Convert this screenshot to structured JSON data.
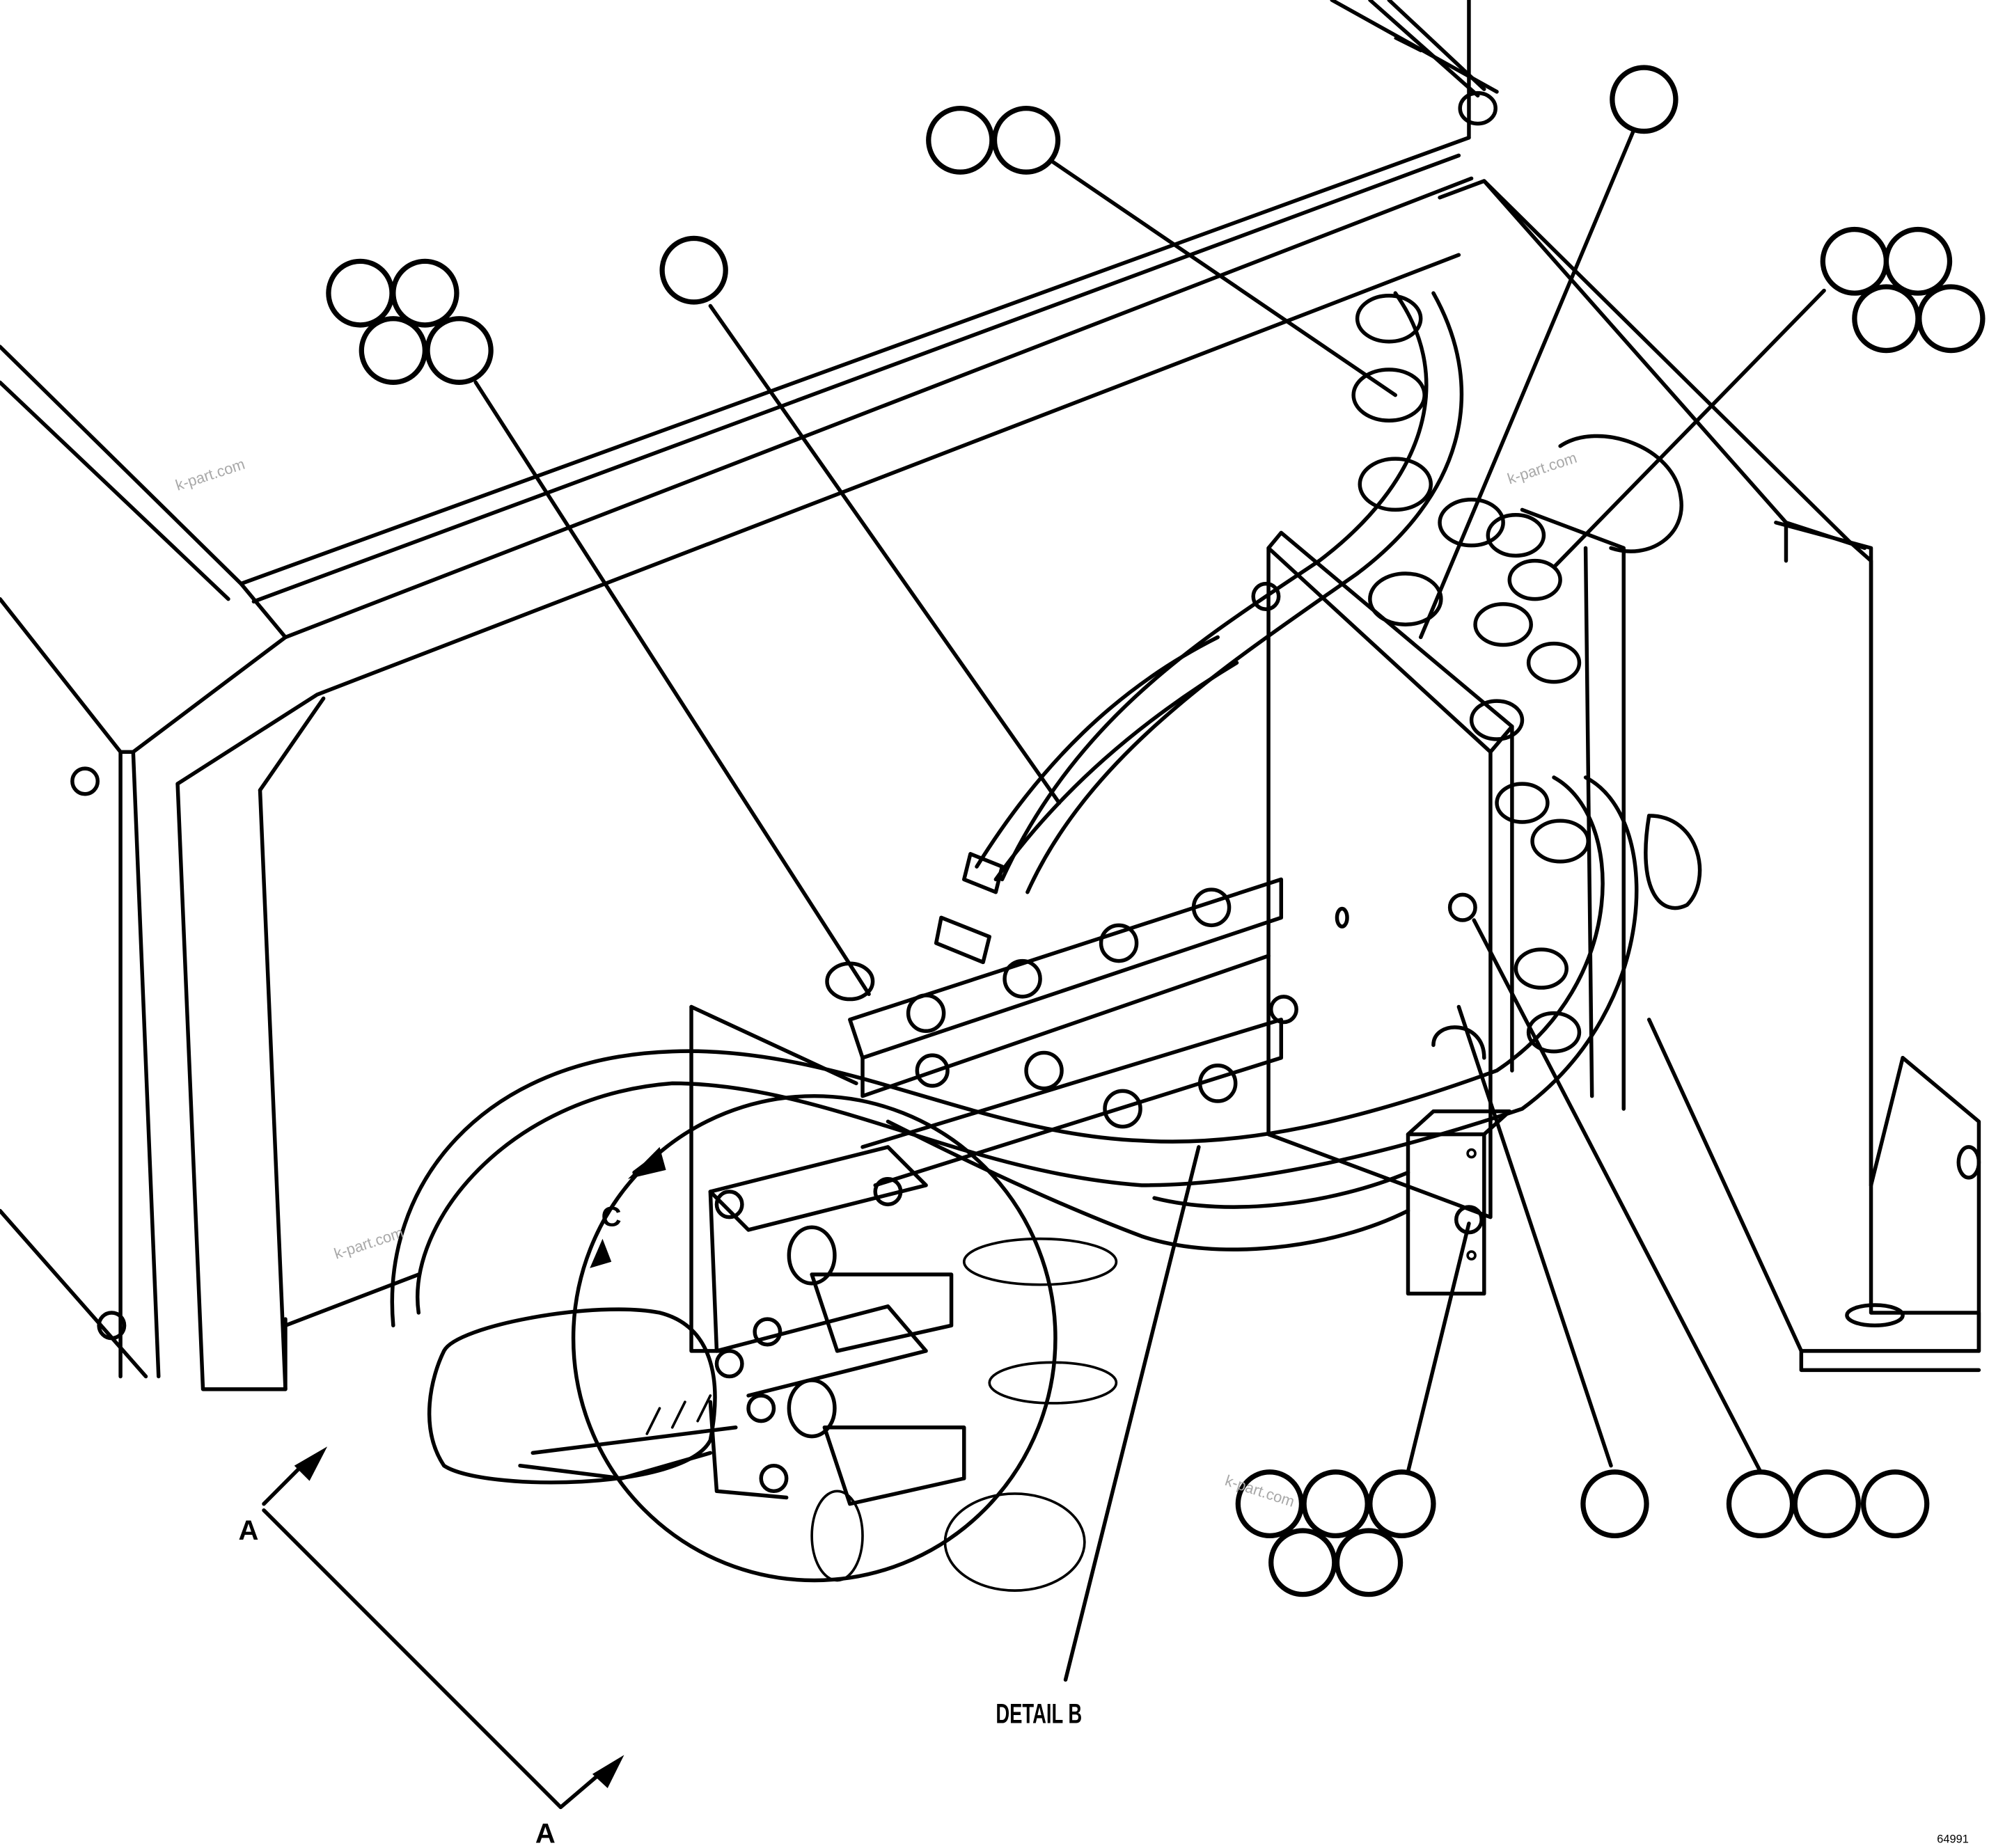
{
  "labels": {
    "detail_b": "DETAIL B",
    "section_a_top": "A",
    "section_a_bottom": "A",
    "detail_c": "C",
    "drawing_number": "64991"
  },
  "watermarks": [
    "k-part.com",
    "k-part.com",
    "k-part.com",
    "k-part.com"
  ],
  "callout_bubbles": [
    {
      "id": "group-2-top",
      "count": 2,
      "text": ""
    },
    {
      "id": "single-top-right",
      "count": 1,
      "text": ""
    },
    {
      "id": "group-4-right",
      "count": 4,
      "text": ""
    },
    {
      "id": "group-4-left",
      "count": 4,
      "text": ""
    },
    {
      "id": "single-left",
      "count": 1,
      "text": ""
    },
    {
      "id": "group-5-bottom",
      "count": 5,
      "text": ""
    },
    {
      "id": "single-bottom",
      "count": 1,
      "text": ""
    },
    {
      "id": "group-3-bottom-right",
      "count": 3,
      "text": ""
    }
  ]
}
